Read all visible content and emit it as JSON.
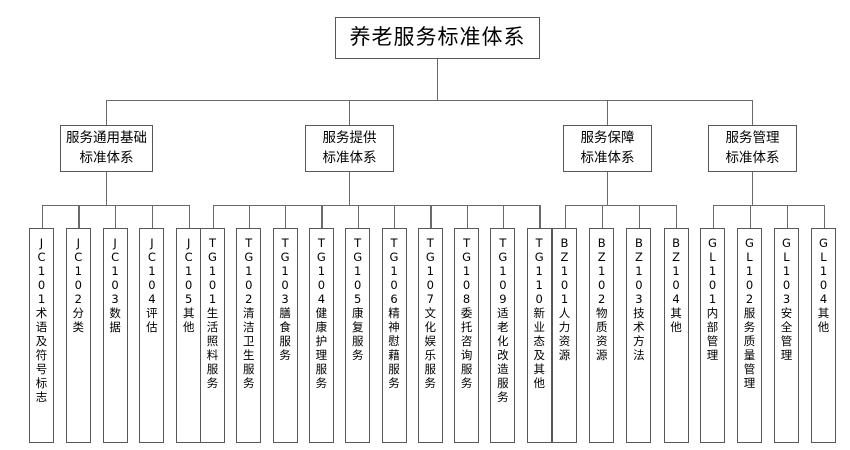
{
  "diagram": {
    "title": "养老服务标准体系",
    "type": "hierarchy-tree",
    "colors": {
      "border": "#58585a",
      "line": "#6a6a6c",
      "background": "#ffffff",
      "text": "#000000"
    },
    "root": {
      "label": "养老服务标准体系"
    },
    "categories": [
      {
        "id": "jc",
        "label_line1": "服务通用基础",
        "label_line2": "标准体系",
        "children": [
          {
            "code": "JC101",
            "name": "术语及符号标志"
          },
          {
            "code": "JC102",
            "name": "分类"
          },
          {
            "code": "JC103",
            "name": "数据"
          },
          {
            "code": "JC104",
            "name": "评估"
          },
          {
            "code": "JC105",
            "name": "其他"
          }
        ]
      },
      {
        "id": "tg",
        "label_line1": "服务提供",
        "label_line2": "标准体系",
        "children": [
          {
            "code": "TG101",
            "name": "生活照料服务"
          },
          {
            "code": "TG102",
            "name": "清洁卫生服务"
          },
          {
            "code": "TG103",
            "name": "膳食服务"
          },
          {
            "code": "TG104",
            "name": "健康护理服务"
          },
          {
            "code": "TG105",
            "name": "康复服务"
          },
          {
            "code": "TG106",
            "name": "精神慰藉服务"
          },
          {
            "code": "TG107",
            "name": "文化娱乐服务"
          },
          {
            "code": "TG108",
            "name": "委托咨询服务"
          },
          {
            "code": "TG109",
            "name": "适老化改造服务"
          },
          {
            "code": "TG110",
            "name": "新业态及其他"
          }
        ]
      },
      {
        "id": "bz",
        "label_line1": "服务保障",
        "label_line2": "标准体系",
        "children": [
          {
            "code": "BZ101",
            "name": "人力资源"
          },
          {
            "code": "BZ102",
            "name": "物质资源"
          },
          {
            "code": "BZ103",
            "name": "技术方法"
          },
          {
            "code": "BZ104",
            "name": "其他"
          }
        ]
      },
      {
        "id": "gl",
        "label_line1": "服务管理",
        "label_line2": "标准体系",
        "children": [
          {
            "code": "GL101",
            "name": "内部管理"
          },
          {
            "code": "GL102",
            "name": "服务质量管理"
          },
          {
            "code": "GL103",
            "name": "安全管理"
          },
          {
            "code": "GL104",
            "name": "其他"
          }
        ]
      }
    ]
  }
}
